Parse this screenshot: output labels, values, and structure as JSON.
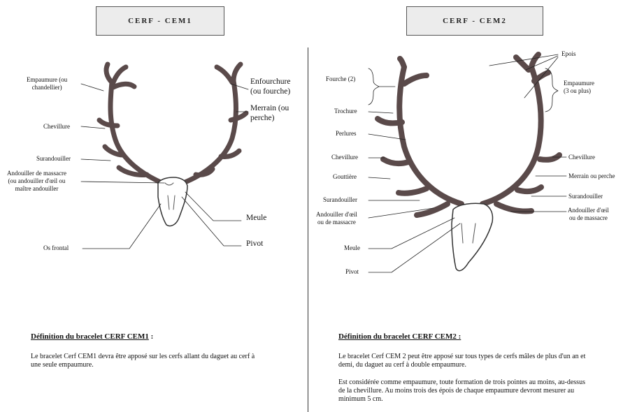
{
  "left": {
    "title": "CERF - CEM1",
    "labels": {
      "empaumure": "Empaumure (ou\nchandellier)",
      "enfourchure": "Enfourchure\n(ou fourche)",
      "merrain": "Merrain (ou\nperche)",
      "chevillure": "Chevillure",
      "surandouiller": "Surandouiller",
      "andouiller": "Andouiller de massacre\n(ou andouiller d'œil ou\nmaître andouiller",
      "meule": "Meule",
      "pivot": "Pivot",
      "os_frontal": "Os frontal"
    },
    "definition_title": "Définition du bracelet CERF CEM1",
    "definition_colon": " :",
    "definition_text": "Le bracelet Cerf CEM1 devra être apposé sur les cerfs allant du daguet au cerf à\nune seule empaumure."
  },
  "right": {
    "title": "CERF - CEM2",
    "labels": {
      "epois": "Epois",
      "fourche": "Fourche (2)",
      "empaumure": "Empaumure\n(3 ou plus)",
      "trochure": "Trochure",
      "perlures": "Perlures",
      "chevillure_l": "Chevillure",
      "gouttiere": "Gouttière",
      "surandouiller_l": "Surandouiller",
      "andouiller_l": "Andouiller d'œil\nou de massacre",
      "meule": "Meule",
      "pivot": "Pivot",
      "chevillure_r": "Chevillure",
      "merrain": "Merrain ou perche",
      "surandouiller_r": "Surandouiller",
      "andouiller_r": "Andouiller d'œil\nou de massacre"
    },
    "definition_title": "Définition du bracelet CERF CEM2 :",
    "definition_text_1": "Le bracelet Cerf CEM 2 peut être apposé sur tous types de cerfs mâles de plus d'un an et\ndemi, du daguet au cerf à double empaumure.",
    "definition_text_2": "Est considérée comme empaumure, toute formation de trois pointes au moins, au-dessus\nde la chevillure. Au moins trois des épois de chaque empaumure devront mesurer au\nminimum 5 cm."
  }
}
